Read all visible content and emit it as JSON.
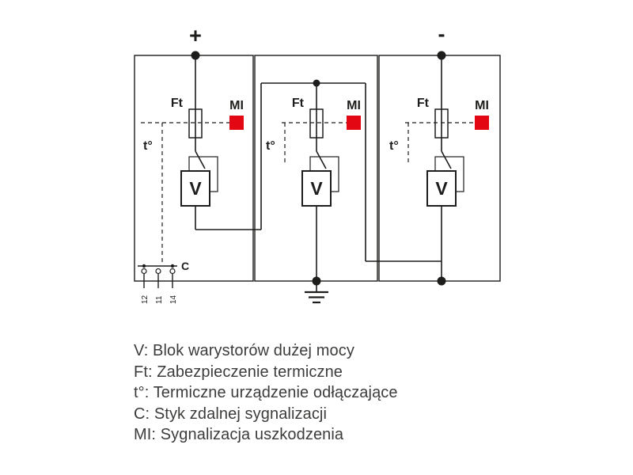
{
  "diagram": {
    "plus_label": "+",
    "minus_label": "-",
    "modules": [
      {
        "ft_label": "Ft",
        "mi_label": "MI",
        "t_label": "t°",
        "v_label": "V"
      },
      {
        "ft_label": "Ft",
        "mi_label": "MI",
        "t_label": "t°",
        "v_label": "V"
      },
      {
        "ft_label": "Ft",
        "mi_label": "MI",
        "t_label": "t°",
        "v_label": "V"
      }
    ],
    "contact": {
      "label": "C",
      "terminal_12": "12",
      "terminal_11": "11",
      "terminal_14": "14"
    },
    "colors": {
      "line": "#1d1d1b",
      "indicator_red": "#e30613",
      "legend_text": "#3c3c3b"
    }
  },
  "legend": {
    "items": [
      "V: Blok warystorów dużej mocy",
      "Ft: Zabezpieczenie termiczne",
      "t°: Termiczne urządzenie odłączające",
      "C: Styk zdalnej sygnalizacji",
      "MI: Sygnalizacja uszkodzenia"
    ]
  }
}
